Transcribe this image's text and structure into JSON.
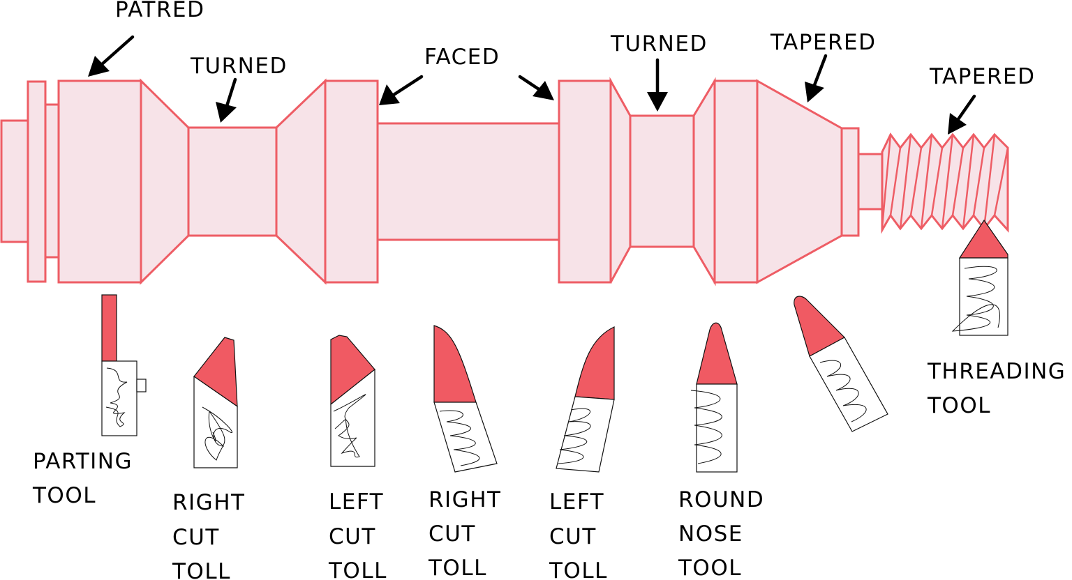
{
  "labels": {
    "parted": "PATRED",
    "turned_1": "TURNED",
    "faced": "FACED",
    "turned_2": "TURNED",
    "tapered_1": "TAPERED",
    "tapered_2": "TAPERED"
  },
  "tools": [
    {
      "id": "parting",
      "lines": [
        "PARTING",
        "TOOL"
      ]
    },
    {
      "id": "right-cut-1",
      "lines": [
        "RIGHT",
        "CUT",
        "TOLL"
      ]
    },
    {
      "id": "left-cut-1",
      "lines": [
        "LEFT",
        "CUT",
        "TOLL"
      ]
    },
    {
      "id": "right-cut-2",
      "lines": [
        "RIGHT",
        "CUT",
        "TOLL"
      ]
    },
    {
      "id": "left-cut-2",
      "lines": [
        "LEFT",
        "CUT",
        "TOLL"
      ]
    },
    {
      "id": "round-nose",
      "lines": [
        "ROUND",
        "NOSE",
        "TOOL"
      ]
    },
    {
      "id": "threading",
      "lines": [
        "THREADING",
        "TOOL"
      ]
    }
  ],
  "colors": {
    "part_fill": "#f7e3e8",
    "part_stroke": "#ee5d65",
    "tool_tip": "#f05a63"
  }
}
